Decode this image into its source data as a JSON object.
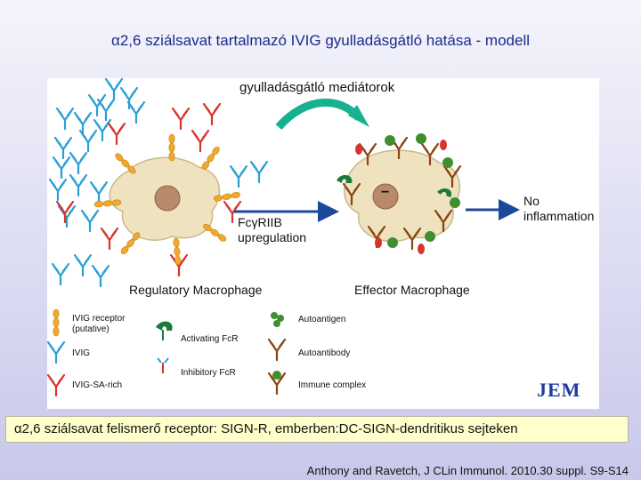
{
  "slide_title": "α2,6 sziálsavat tartalmazó IVIG gyulladásgátló hatása - modell",
  "figure": {
    "mediators_label": "gyulladásgátló mediátorok",
    "fc_receptor": "FcγRIIB",
    "upregulation": "upregulation",
    "outcome_line1": "No",
    "outcome_line2": "inflammation",
    "regulatory_macrophage": "Regulatory Macrophage",
    "effector_macrophage": "Effector Macrophage",
    "effector_sign": "−",
    "journal_logo": "JEM",
    "legend": {
      "ivig_receptor_line1": "IVIG receptor",
      "ivig_receptor_line2": "(putative)",
      "ivig": "IVIG",
      "ivig_sa_rich": "IVIG-SA-rich",
      "activating_fcr": "Activating FcR",
      "inhibitory_fcr": "Inhibitory FcR",
      "autoantigen": "Autoantigen",
      "autoantibody": "Autoantibody",
      "immune_complex": "Immune complex"
    },
    "colors": {
      "ivig": "#2a9fd6",
      "ivig_sa_rich": "#d8342c",
      "receptor": "#f0a830",
      "activating_fcr": "#1e7a3a",
      "autoantibody": "#8b4513",
      "autoantigen": "#3f8f2e",
      "cell_body": "#efe3bf",
      "nucleus": "#b98a6a",
      "arrow": "#17b090"
    }
  },
  "receptor_note": "α2,6 sziálsavat felismerő receptor: SIGN-R, emberben:DC-SIGN-dendritikus sejteken",
  "citation": "Anthony and Ravetch, J CLin Immunol. 2010.30 suppl. S9-S14"
}
